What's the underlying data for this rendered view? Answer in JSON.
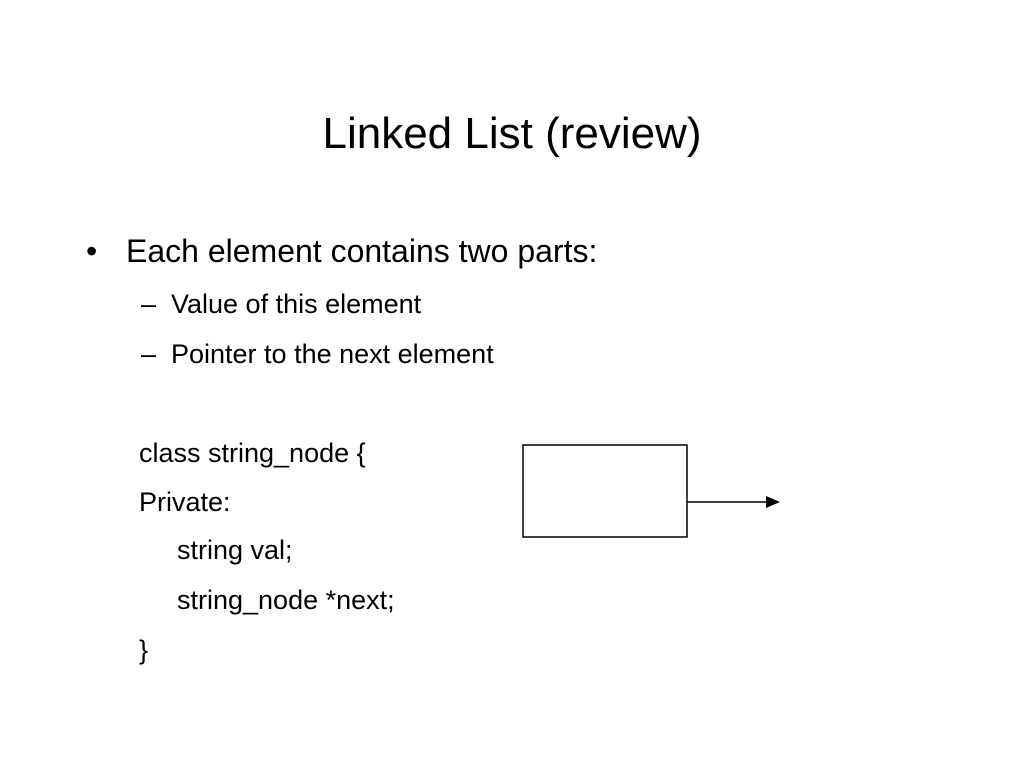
{
  "slide": {
    "title": "Linked List (review)",
    "bullet": {
      "marker": "•",
      "text": "Each element contains two parts:",
      "sub_items": [
        {
          "marker": "–",
          "text": "Value of this element"
        },
        {
          "marker": "–",
          "text": "Pointer to the next element"
        }
      ]
    },
    "code_lines": [
      "class string_node {",
      "Private:",
      "string val;",
      "string_node *next;",
      "}"
    ]
  }
}
